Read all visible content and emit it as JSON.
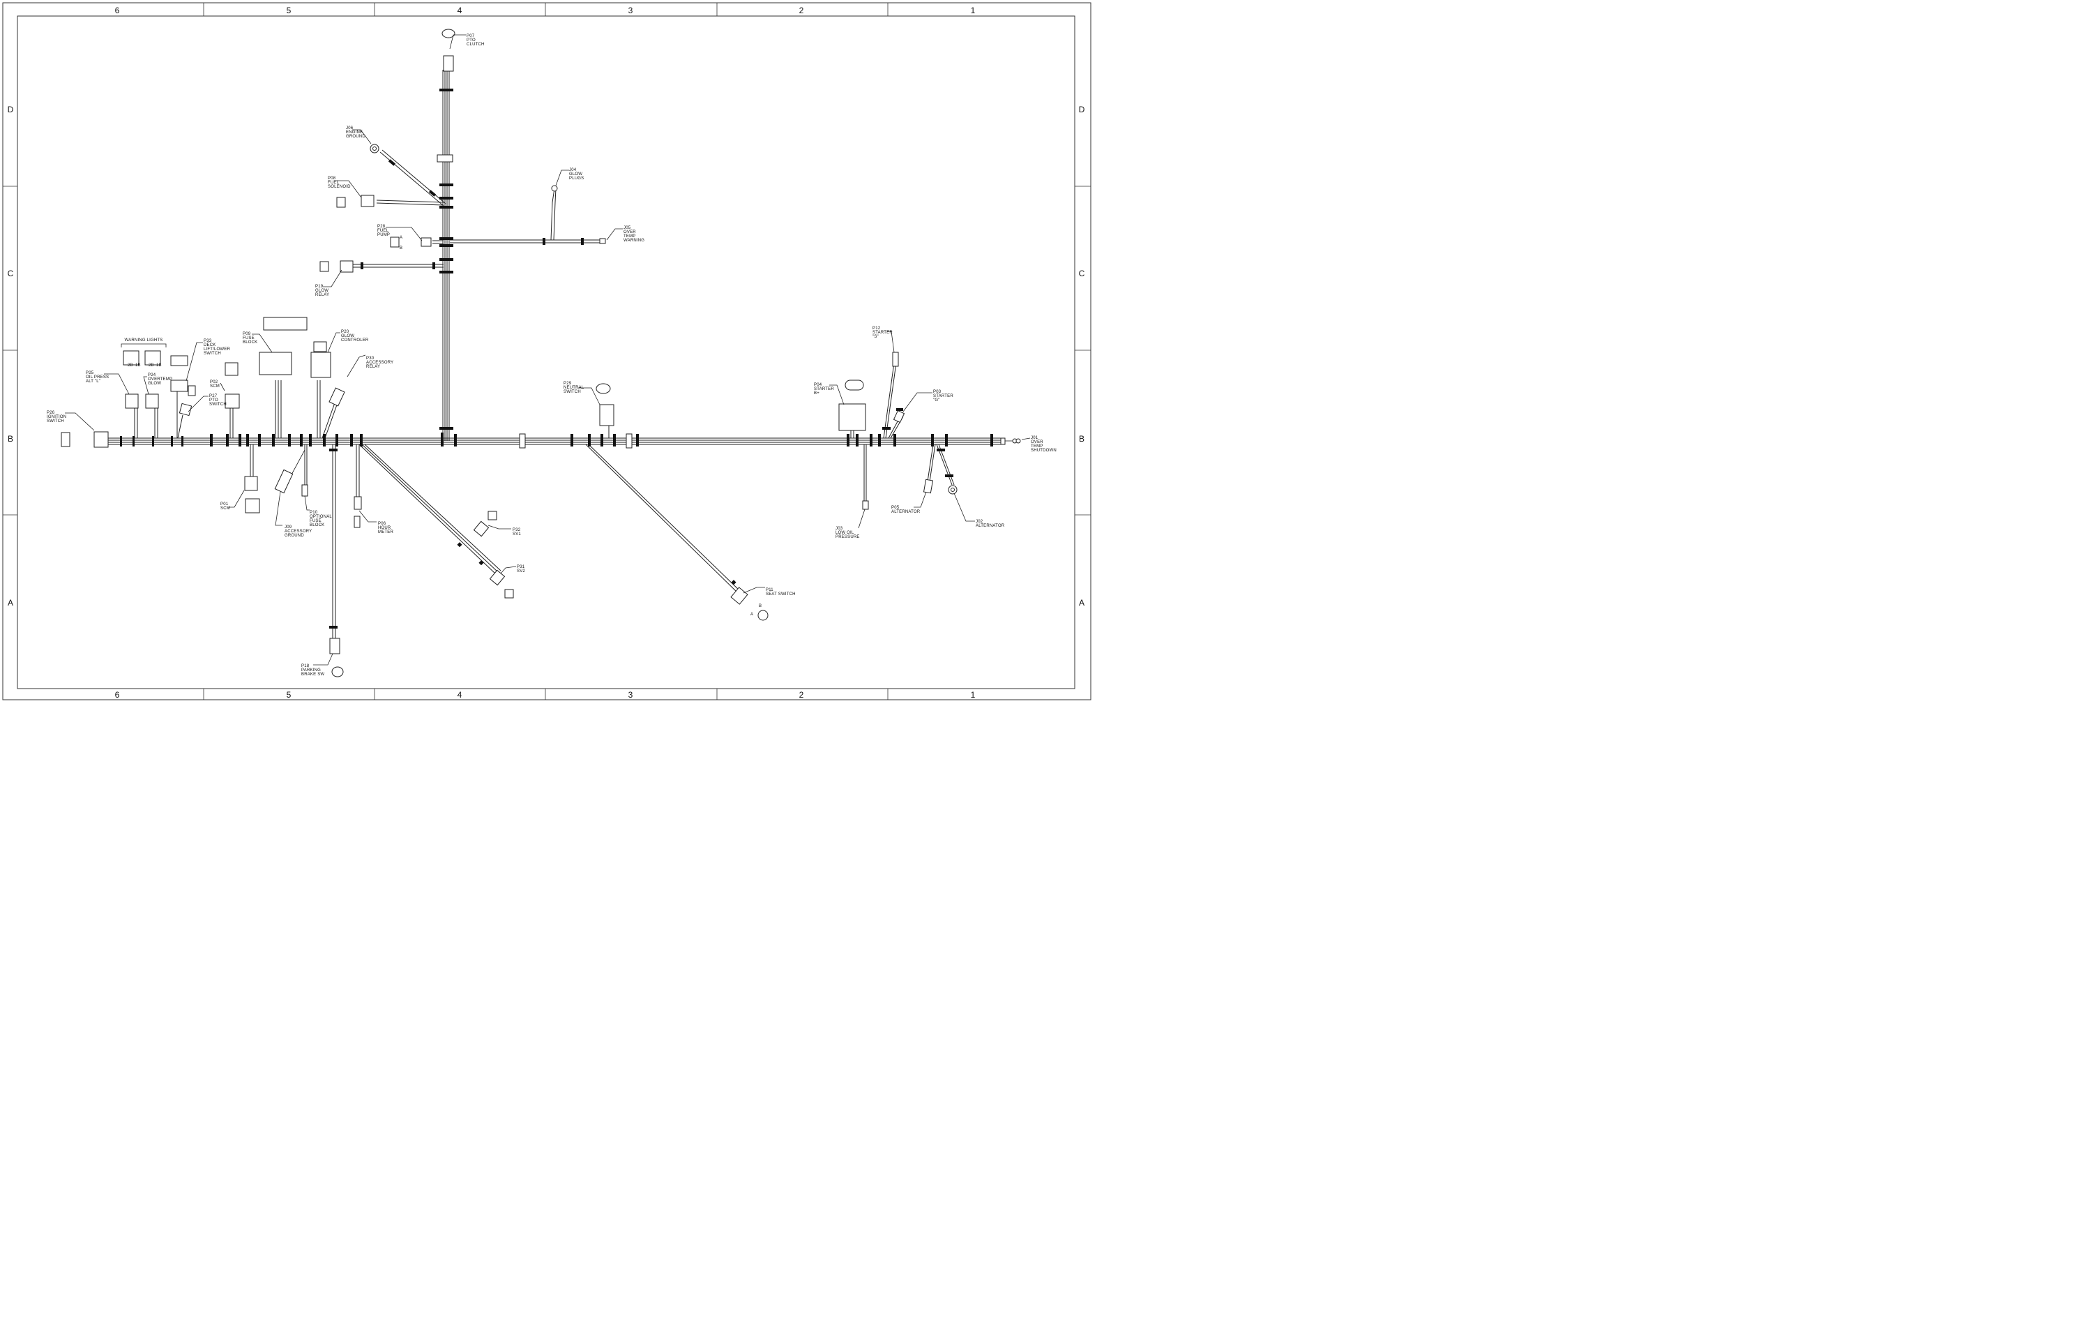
{
  "frame": {
    "columns": [
      "6",
      "5",
      "4",
      "3",
      "2",
      "1"
    ],
    "rows": [
      "D",
      "C",
      "B",
      "A"
    ]
  },
  "warning_lights": {
    "title": "WARNING LIGHTS",
    "pins_left": [
      "2B",
      "1B"
    ],
    "pins_right": [
      "2B",
      "1B"
    ]
  },
  "pin_letters": {
    "a": "A",
    "b": "B"
  },
  "connectors": {
    "P07": {
      "lines": [
        "P07",
        "PTO",
        "CLUTCH"
      ]
    },
    "J06": {
      "lines": [
        "J06",
        "ENGINE",
        "GROUND"
      ]
    },
    "P08": {
      "lines": [
        "P08",
        "FUEL",
        "SOLENOID"
      ]
    },
    "J04": {
      "lines": [
        "J04",
        "GLOW",
        "PLUGS"
      ]
    },
    "J05": {
      "lines": [
        "J05",
        "OVER",
        "TEMP",
        "WARNING"
      ]
    },
    "P28": {
      "lines": [
        "P28",
        "FUEL",
        "PUMP"
      ]
    },
    "P19": {
      "lines": [
        "P19",
        "GLOW",
        "RELAY"
      ]
    },
    "P09": {
      "lines": [
        "P09",
        "FUSE",
        "BLOCK"
      ]
    },
    "P20": {
      "lines": [
        "P20",
        "GLOW",
        "CONTROLER"
      ]
    },
    "P30": {
      "lines": [
        "P30",
        "ACCESSORY",
        "RELAY"
      ]
    },
    "P33": {
      "lines": [
        "P33",
        "DECK",
        "LIFT/LOWER",
        "SWITCH"
      ]
    },
    "P25": {
      "lines": [
        "P25",
        "OIL PRESS",
        "ALT \"L\""
      ]
    },
    "P24": {
      "lines": [
        "P24",
        "OVERTEMP",
        "GLOW"
      ]
    },
    "P02": {
      "lines": [
        "P02",
        "SCM"
      ]
    },
    "P27": {
      "lines": [
        "P27",
        "PTO",
        "SWITCH"
      ]
    },
    "P26": {
      "lines": [
        "P26",
        "IGNITION",
        "SWITCH"
      ]
    },
    "P29": {
      "lines": [
        "P29",
        "NEUTRAL",
        "SWITCH"
      ]
    },
    "P12": {
      "lines": [
        "P12",
        "STARTER",
        "\"S\""
      ]
    },
    "P04": {
      "lines": [
        "P04",
        "STARTER",
        "B+"
      ]
    },
    "P03": {
      "lines": [
        "P03",
        "STARTER",
        "\"G\""
      ]
    },
    "J01": {
      "lines": [
        "J01",
        "OVER",
        "TEMP",
        "SHUTDOWN"
      ]
    },
    "P01": {
      "lines": [
        "P01",
        "SCM"
      ]
    },
    "J09": {
      "lines": [
        "J09",
        "ACCESSORY",
        "GROUND"
      ]
    },
    "P10": {
      "lines": [
        "P10",
        "OPTIONAL",
        "FUSE",
        "BLOCK"
      ]
    },
    "P06": {
      "lines": [
        "P06",
        "HOUR",
        "METER"
      ]
    },
    "P32": {
      "lines": [
        "P32",
        "SV1"
      ]
    },
    "P31": {
      "lines": [
        "P31",
        "SV2"
      ]
    },
    "P11": {
      "lines": [
        "P11",
        "SEAT SWITCH"
      ]
    },
    "P18": {
      "lines": [
        "P18",
        "PARKING",
        "BRAKE SW"
      ]
    },
    "P05": {
      "lines": [
        "P05",
        "ALTERNATOR"
      ]
    },
    "J02": {
      "lines": [
        "J02",
        "ALTERNATOR"
      ]
    },
    "J03": {
      "lines": [
        "J03",
        "LOW OIL",
        "PRESSURE"
      ]
    }
  }
}
